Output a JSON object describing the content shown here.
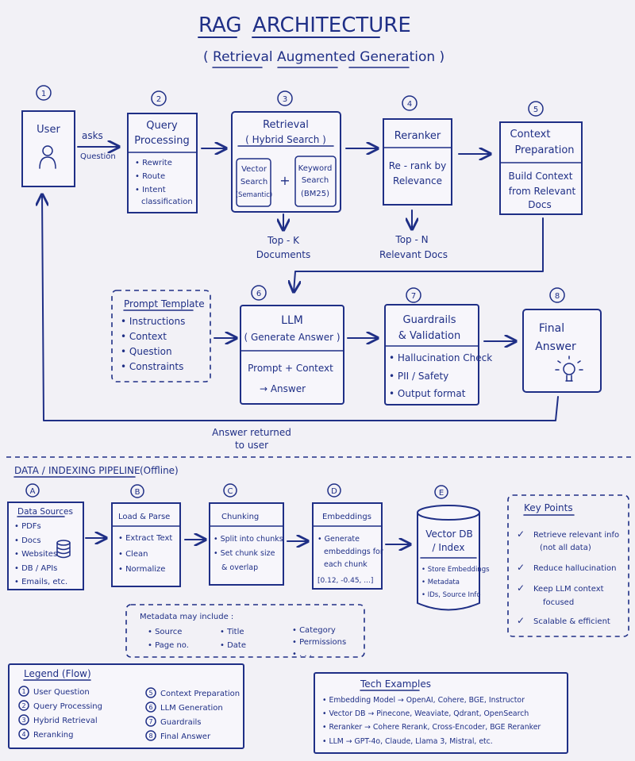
{
  "header": {
    "title_a": "RAG",
    "title_b": "ARCHITECTURE",
    "subtitle": "( Retrieval Augmented Generation )"
  },
  "steps": {
    "s1": {
      "num": "1",
      "label": "User"
    },
    "asks": "asks",
    "question": "Question",
    "s2": {
      "num": "2",
      "title_a": "Query",
      "title_b": "Processing",
      "items": [
        "• Rewrite",
        "• Route",
        "• Intent",
        "classification"
      ]
    },
    "s3": {
      "num": "3",
      "title_a": "Retrieval",
      "title_b": "( Hybrid Search )",
      "vector": [
        "Vector",
        "Search",
        "(Semantic)"
      ],
      "plus": "+",
      "keyword": [
        "Keyword",
        "Search",
        "(BM25)"
      ],
      "out": [
        "Top - K",
        "Documents"
      ]
    },
    "s4": {
      "num": "4",
      "title": "Reranker",
      "body": [
        "Re - rank by",
        "Relevance"
      ],
      "out": [
        "Top - N",
        "Relevant Docs"
      ]
    },
    "s5": {
      "num": "5",
      "title_a": "Context",
      "title_b": "Preparation",
      "body": [
        "Build Context",
        "from Relevant",
        "Docs"
      ]
    },
    "prompt": {
      "title": "Prompt Template",
      "items": [
        "• Instructions",
        "• Context",
        "• Question",
        "• Constraints"
      ]
    },
    "s6": {
      "num": "6",
      "title_a": "LLM",
      "title_b": "( Generate Answer )",
      "body_a": "Prompt + Context",
      "body_b": "→ Answer"
    },
    "s7": {
      "num": "7",
      "title_a": "Guardrails",
      "title_b": "& Validation",
      "items": [
        "• Hallucination Check",
        "• PII / Safety",
        "• Output format"
      ]
    },
    "s8": {
      "num": "8",
      "title_a": "Final",
      "title_b": "Answer"
    },
    "returned": [
      "Answer returned",
      "to user"
    ]
  },
  "pipeline": {
    "heading_a": "DATA /",
    "heading_b": "INDEXING PIPELINE",
    "heading_c": "(Offline)",
    "A": {
      "letter": "A",
      "title": "Data Sources",
      "items": [
        "• PDFs",
        "• Docs",
        "• Websites",
        "• DB / APIs",
        "• Emails, etc."
      ]
    },
    "B": {
      "letter": "B",
      "title": "Load & Parse",
      "items": [
        "• Extract Text",
        "• Clean",
        "• Normalize"
      ]
    },
    "C": {
      "letter": "C",
      "title": "Chunking",
      "items": [
        "• Split into chunks",
        "• Set chunk size",
        "& overlap"
      ]
    },
    "D": {
      "letter": "D",
      "title": "Embeddings",
      "items": [
        "• Generate",
        "embeddings for",
        "each chunk",
        "[0.12, -0.45, ...]"
      ]
    },
    "E": {
      "letter": "E",
      "title": [
        "Vector DB",
        "/ Index"
      ],
      "items": [
        "• Store Embeddings",
        "• Metadata",
        "• IDs, Source Info"
      ]
    },
    "metadata": {
      "title": "Metadata may include :",
      "col1": [
        "• Source",
        "• Page no."
      ],
      "col2": [
        "• Title",
        "• Date"
      ],
      "col3": [
        "• Category",
        "• Permissions",
        "• . . ."
      ]
    },
    "keypoints": {
      "title": "Key Points",
      "items": [
        [
          "✓",
          "Retrieve relevant info",
          "(not all data)"
        ],
        [
          "✓",
          "Reduce hallucination",
          ""
        ],
        [
          "✓",
          "Keep LLM context",
          "focused"
        ],
        [
          "✓",
          "Scalable & efficient",
          ""
        ]
      ]
    }
  },
  "legend": {
    "title": "Legend (Flow)",
    "col1": [
      [
        "1",
        "User Question"
      ],
      [
        "2",
        "Query Processing"
      ],
      [
        "3",
        "Hybrid Retrieval"
      ],
      [
        "4",
        "Reranking"
      ]
    ],
    "col2": [
      [
        "5",
        "Context Preparation"
      ],
      [
        "6",
        "LLM Generation"
      ],
      [
        "7",
        "Guardrails"
      ],
      [
        "8",
        "Final Answer"
      ]
    ]
  },
  "tech": {
    "title": "Tech Examples",
    "items": [
      "• Embedding Model → OpenAI, Cohere, BGE, Instructor",
      "• Vector DB → Pinecone, Weaviate, Qdrant, OpenSearch",
      "• Reranker → Cohere Rerank, Cross-Encoder, BGE Reranker",
      "• LLM → GPT-4o, Claude, Llama 3, Mistral, etc."
    ]
  }
}
